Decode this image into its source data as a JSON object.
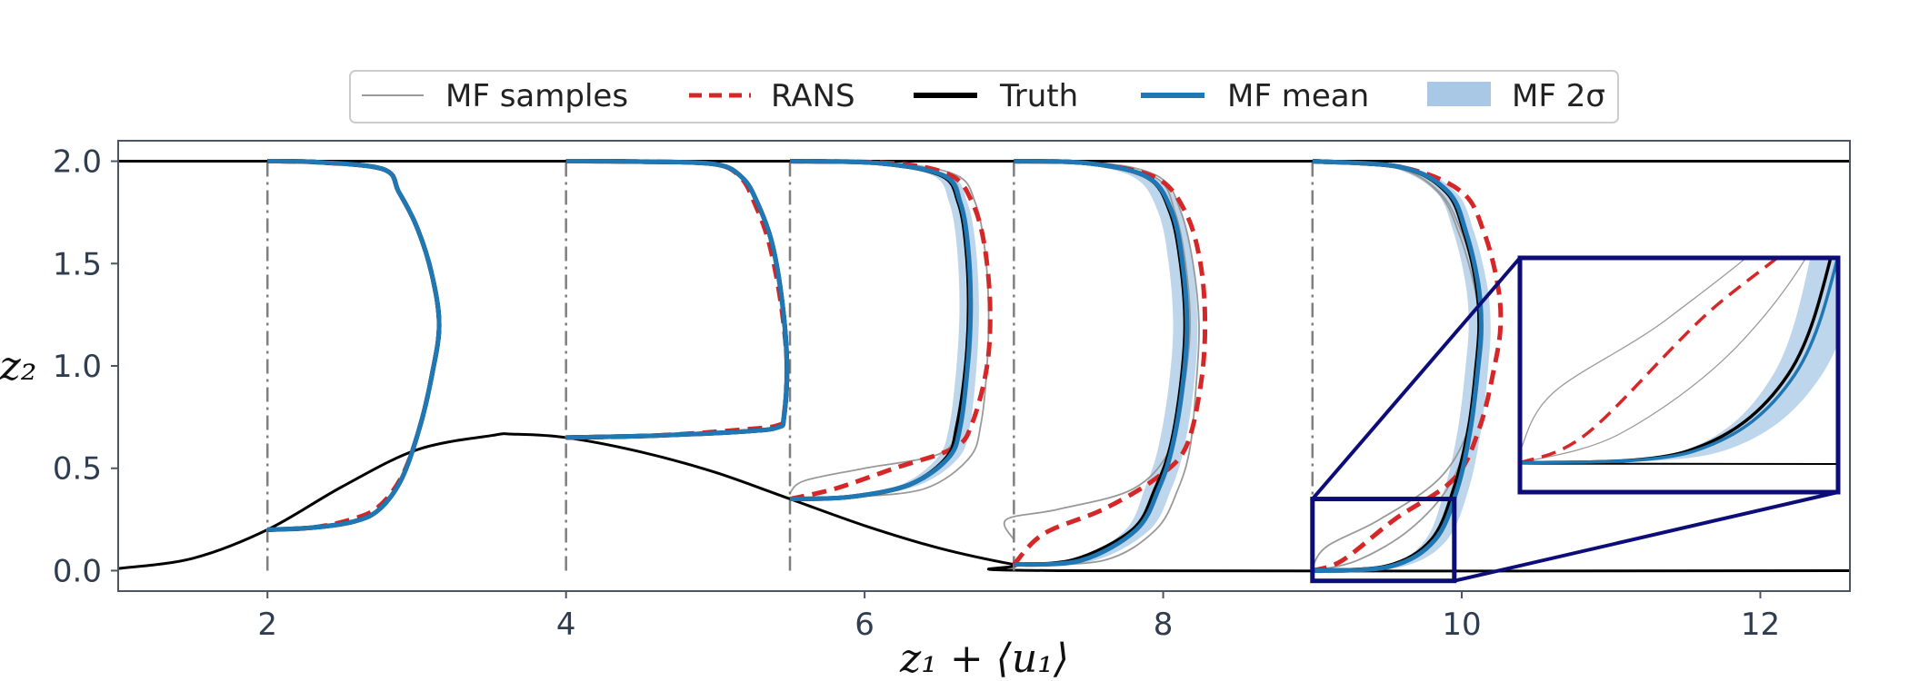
{
  "chart_data": {
    "type": "line",
    "title": "",
    "xlabel": "z₁ + ⟨u₁⟩",
    "ylabel": "z₂",
    "xlim": [
      1.0,
      12.6
    ],
    "ylim": [
      -0.1,
      2.1
    ],
    "xticks": [
      2,
      4,
      6,
      8,
      10,
      12
    ],
    "yticks": [
      0.0,
      0.5,
      1.0,
      1.5,
      2.0
    ],
    "xtick_labels": [
      "2",
      "4",
      "6",
      "8",
      "10",
      "12"
    ],
    "ytick_labels": [
      "0.0",
      "0.5",
      "1.0",
      "1.5",
      "2.0"
    ],
    "grid": false,
    "legend_placement": "top-center, outside",
    "legend": [
      {
        "label": "MF samples",
        "kind": "thin-line",
        "color": "#999999"
      },
      {
        "label": "RANS",
        "kind": "dashed-line",
        "color": "#d62728"
      },
      {
        "label": "Truth",
        "kind": "thick-line",
        "color": "#000000"
      },
      {
        "label": "MF mean",
        "kind": "thick-line",
        "color": "#1f77b4"
      },
      {
        "label": "MF 2σ",
        "kind": "band",
        "color": "#a8c8e6"
      }
    ],
    "profile_stations": [
      2,
      4,
      5.5,
      7,
      9
    ],
    "top_wall_z2": 2.0,
    "bottom_wall": {
      "description_free": true,
      "x": [
        1.0,
        1.5,
        2.0,
        2.5,
        3.0,
        3.5,
        3.64,
        4.0,
        4.5,
        5.0,
        5.5,
        6.0,
        6.5,
        7.0,
        7.3,
        12.6
      ],
      "y": [
        0.01,
        0.06,
        0.2,
        0.41,
        0.59,
        0.66,
        0.667,
        0.65,
        0.58,
        0.48,
        0.35,
        0.22,
        0.11,
        0.03,
        0.0,
        0.0
      ]
    },
    "profiles": [
      {
        "station": 2,
        "truth": {
          "x": [
            2.0,
            2.3,
            2.58,
            2.75,
            2.9,
            3.02,
            3.1,
            3.15,
            3.1,
            3.0,
            2.88,
            2.78,
            2.35,
            2.0
          ],
          "y": [
            0.2,
            0.21,
            0.24,
            0.3,
            0.45,
            0.7,
            0.95,
            1.2,
            1.45,
            1.68,
            1.85,
            1.96,
            1.995,
            2.0
          ]
        },
        "rans": {
          "x": [
            2.0,
            2.3,
            2.56,
            2.74,
            2.9,
            3.02,
            3.1,
            3.15,
            3.1,
            3.0,
            2.88,
            2.78,
            2.33,
            2.0
          ],
          "y": [
            0.2,
            0.21,
            0.25,
            0.31,
            0.46,
            0.7,
            0.95,
            1.2,
            1.45,
            1.68,
            1.85,
            1.96,
            1.995,
            2.0
          ]
        },
        "mf_mean": {
          "x": [
            2.0,
            2.3,
            2.58,
            2.75,
            2.9,
            3.02,
            3.1,
            3.15,
            3.1,
            3.0,
            2.88,
            2.78,
            2.35,
            2.0
          ],
          "y": [
            0.2,
            0.21,
            0.24,
            0.3,
            0.45,
            0.7,
            0.95,
            1.2,
            1.45,
            1.68,
            1.85,
            1.96,
            1.995,
            2.0
          ]
        },
        "band_halfwidth": 0.01,
        "samples": []
      },
      {
        "station": 4,
        "truth": {
          "x": [
            4.0,
            4.6,
            5.2,
            5.42,
            5.46,
            5.48,
            5.45,
            5.38,
            5.28,
            5.18,
            5.0,
            4.5,
            4.0
          ],
          "y": [
            0.65,
            0.66,
            0.68,
            0.7,
            0.75,
            1.0,
            1.3,
            1.6,
            1.8,
            1.92,
            1.985,
            1.998,
            2.0
          ]
        },
        "rans": {
          "x": [
            4.0,
            4.6,
            5.2,
            5.42,
            5.46,
            5.48,
            5.44,
            5.36,
            5.26,
            5.17,
            5.0,
            4.5,
            4.0
          ],
          "y": [
            0.65,
            0.66,
            0.69,
            0.71,
            0.76,
            1.0,
            1.3,
            1.6,
            1.8,
            1.92,
            1.985,
            1.998,
            2.0
          ]
        },
        "mf_mean": {
          "x": [
            4.0,
            4.6,
            5.2,
            5.42,
            5.46,
            5.48,
            5.45,
            5.38,
            5.28,
            5.18,
            5.0,
            4.5,
            4.0
          ],
          "y": [
            0.65,
            0.66,
            0.68,
            0.7,
            0.75,
            1.0,
            1.3,
            1.6,
            1.8,
            1.92,
            1.985,
            1.998,
            2.0
          ]
        },
        "band_halfwidth": 0.02,
        "samples": []
      },
      {
        "station": 5.5,
        "truth": {
          "x": [
            5.5,
            5.9,
            6.3,
            6.55,
            6.62,
            6.68,
            6.7,
            6.68,
            6.63,
            6.52,
            6.1,
            5.5
          ],
          "y": [
            0.35,
            0.36,
            0.42,
            0.55,
            0.7,
            1.0,
            1.3,
            1.6,
            1.8,
            1.93,
            1.99,
            2.0
          ]
        },
        "rans": {
          "x": [
            5.5,
            5.8,
            6.2,
            6.6,
            6.72,
            6.82,
            6.84,
            6.8,
            6.72,
            6.58,
            6.2,
            5.5
          ],
          "y": [
            0.35,
            0.4,
            0.5,
            0.6,
            0.72,
            1.0,
            1.3,
            1.6,
            1.8,
            1.93,
            1.99,
            2.0
          ]
        },
        "mf_mean": {
          "x": [
            5.5,
            5.9,
            6.3,
            6.56,
            6.64,
            6.69,
            6.71,
            6.69,
            6.64,
            6.53,
            6.1,
            5.5
          ],
          "y": [
            0.35,
            0.36,
            0.42,
            0.55,
            0.7,
            1.0,
            1.3,
            1.6,
            1.8,
            1.93,
            1.99,
            2.0
          ]
        },
        "band_halfwidth": 0.08,
        "samples": [
          {
            "x": [
              5.5,
              5.6,
              6.0,
              6.5,
              6.62,
              6.7,
              6.72,
              6.7,
              6.65,
              6.55,
              6.1,
              5.5
            ],
            "y": [
              0.38,
              0.44,
              0.5,
              0.57,
              0.7,
              1.0,
              1.3,
              1.6,
              1.8,
              1.93,
              1.99,
              2.0
            ]
          },
          {
            "x": [
              5.5,
              5.9,
              6.4,
              6.7,
              6.78,
              6.82,
              6.83,
              6.8,
              6.74,
              6.62,
              6.2,
              5.5
            ],
            "y": [
              0.35,
              0.36,
              0.4,
              0.55,
              0.72,
              1.0,
              1.3,
              1.6,
              1.8,
              1.93,
              1.99,
              2.0
            ]
          }
        ]
      },
      {
        "station": 7,
        "truth": {
          "x": [
            7.0,
            7.4,
            7.8,
            7.95,
            8.05,
            8.12,
            8.15,
            8.12,
            8.05,
            7.9,
            7.5,
            7.0
          ],
          "y": [
            0.03,
            0.05,
            0.2,
            0.4,
            0.6,
            0.9,
            1.2,
            1.5,
            1.75,
            1.92,
            1.99,
            2.0
          ]
        },
        "rans": {
          "x": [
            7.0,
            7.2,
            7.6,
            7.95,
            8.15,
            8.25,
            8.28,
            8.25,
            8.15,
            7.95,
            7.5,
            7.0
          ],
          "y": [
            0.03,
            0.18,
            0.3,
            0.45,
            0.6,
            0.9,
            1.2,
            1.5,
            1.75,
            1.92,
            1.99,
            2.0
          ]
        },
        "mf_mean": {
          "x": [
            7.0,
            7.45,
            7.82,
            7.97,
            8.06,
            8.13,
            8.16,
            8.13,
            8.06,
            7.9,
            7.5,
            7.0
          ],
          "y": [
            0.03,
            0.05,
            0.2,
            0.4,
            0.6,
            0.9,
            1.2,
            1.5,
            1.75,
            1.92,
            1.99,
            2.0
          ]
        },
        "band_halfwidth": 0.1,
        "samples": [
          {
            "x": [
              7.0,
              6.95,
              7.3,
              7.8,
              8.05,
              8.14,
              8.18,
              8.15,
              8.08,
              7.95,
              7.5,
              7.0
            ],
            "y": [
              0.15,
              0.25,
              0.3,
              0.4,
              0.6,
              0.9,
              1.2,
              1.5,
              1.75,
              1.92,
              1.99,
              2.0
            ]
          },
          {
            "x": [
              7.0,
              7.6,
              7.95,
              8.1,
              8.18,
              8.22,
              8.24,
              8.2,
              8.12,
              7.98,
              7.6,
              7.0
            ],
            "y": [
              0.03,
              0.05,
              0.2,
              0.4,
              0.6,
              0.9,
              1.2,
              1.5,
              1.75,
              1.92,
              1.99,
              2.0
            ]
          }
        ]
      },
      {
        "station": 9,
        "truth": {
          "x": [
            9.0,
            9.5,
            9.8,
            9.95,
            10.05,
            10.1,
            10.12,
            10.1,
            10.02,
            9.9,
            9.6,
            9.0
          ],
          "y": [
            0.0,
            0.02,
            0.15,
            0.4,
            0.7,
            1.0,
            1.2,
            1.4,
            1.65,
            1.85,
            1.97,
            2.0
          ]
        },
        "rans": {
          "x": [
            9.0,
            9.2,
            9.55,
            9.95,
            10.12,
            10.22,
            10.26,
            10.24,
            10.15,
            10.0,
            9.6,
            9.0
          ],
          "y": [
            0.0,
            0.05,
            0.25,
            0.45,
            0.7,
            1.0,
            1.2,
            1.4,
            1.65,
            1.85,
            1.97,
            2.0
          ]
        },
        "mf_mean": {
          "x": [
            9.0,
            9.52,
            9.82,
            9.97,
            10.06,
            10.11,
            10.13,
            10.11,
            10.03,
            9.91,
            9.6,
            9.0
          ],
          "y": [
            0.0,
            0.02,
            0.15,
            0.4,
            0.7,
            1.0,
            1.2,
            1.4,
            1.65,
            1.85,
            1.97,
            2.0
          ]
        },
        "band_halfwidth": 0.09,
        "samples": [
          {
            "x": [
              9.0,
              9.1,
              9.45,
              9.85,
              10.05,
              10.12,
              10.14,
              10.1,
              10.0,
              9.85,
              9.55,
              9.0
            ],
            "y": [
              0.02,
              0.12,
              0.25,
              0.45,
              0.7,
              1.0,
              1.2,
              1.4,
              1.65,
              1.85,
              1.97,
              2.0
            ]
          },
          {
            "x": [
              9.0,
              9.3,
              9.65,
              9.92,
              10.06,
              10.1,
              10.12,
              10.08,
              9.98,
              9.84,
              9.55,
              9.0
            ],
            "y": [
              0.0,
              0.05,
              0.2,
              0.42,
              0.7,
              1.0,
              1.2,
              1.4,
              1.65,
              1.85,
              1.97,
              2.0
            ]
          }
        ]
      }
    ],
    "inset": {
      "source_xlim": [
        9.0,
        9.95
      ],
      "source_ylim": [
        -0.05,
        0.35
      ]
    }
  },
  "colors": {
    "rans": "#d62728",
    "truth": "#000000",
    "mf_mean": "#1f77b4",
    "mf_band": "#a8c8e6",
    "samples": "#999999",
    "station_line": "#7f7f7f",
    "inset_box": "#0d0d7a",
    "axis_frame": "#4a5566"
  }
}
